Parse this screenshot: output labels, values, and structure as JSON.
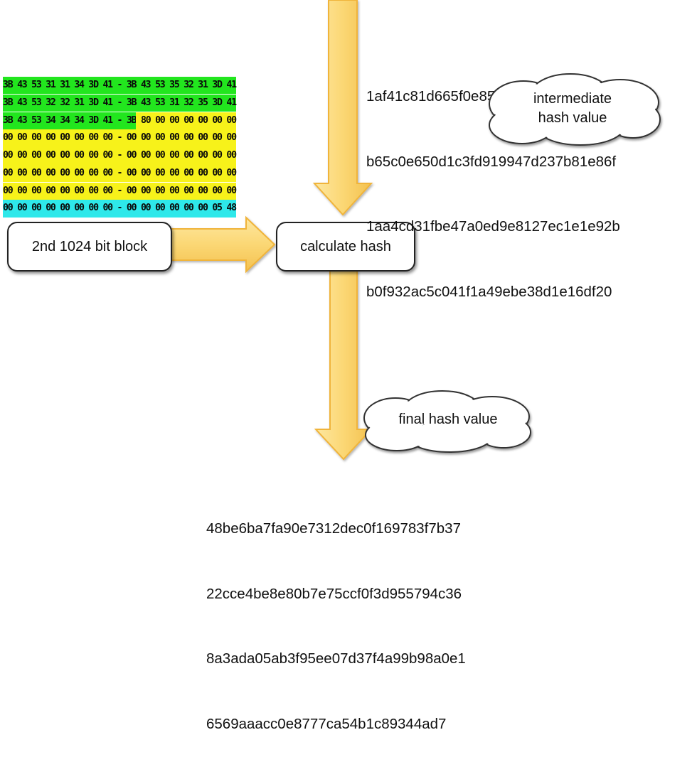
{
  "hex_block": {
    "rows": [
      {
        "segments": [
          {
            "text": "3B 43 53 31 31 34 3D 41 - 3B 43 53 35 32 31 3D 41",
            "color": "#22e61e"
          }
        ]
      },
      {
        "segments": [
          {
            "text": "3B 43 53 32 32 31 3D 41 - 3B 43 53 31 32 35 3D 41",
            "color": "#22e61e"
          }
        ]
      },
      {
        "segments": [
          {
            "text": "3B 43 53 34 34 34 3D 41 - 3B",
            "color": "#22e61e"
          },
          {
            "text": " 80 00 00 00 00 00 00",
            "color": "#f7f21a"
          }
        ]
      },
      {
        "segments": [
          {
            "text": "00 00 00 00 00 00 00 00 - 00 00 00 00 00 00 00 00",
            "color": "#f7f21a"
          }
        ]
      },
      {
        "segments": [
          {
            "text": "00 00 00 00 00 00 00 00 - 00 00 00 00 00 00 00 00",
            "color": "#f7f21a"
          }
        ]
      },
      {
        "segments": [
          {
            "text": "00 00 00 00 00 00 00 00 - 00 00 00 00 00 00 00 00",
            "color": "#f7f21a"
          }
        ]
      },
      {
        "segments": [
          {
            "text": "00 00 00 00 00 00 00 00 - 00 00 00 00 00 00 00 00",
            "color": "#f7f21a"
          }
        ]
      },
      {
        "segments": [
          {
            "text": "00 00 00 00 00 00 00 00 - 00 00 00 00 00 00 05 48",
            "color": "#2ee8ea"
          }
        ]
      }
    ]
  },
  "block_box": {
    "label": "2nd 1024 bit block"
  },
  "calc_box": {
    "label": "calculate hash"
  },
  "intermediate": {
    "lines": [
      "1af41c81d665f0e8542cafbe333255d47",
      "b65c0e650d1c3fd919947d237b81e86f",
      "1aa4cd31fbe47a0ed9e8127ec1e1e92b",
      "b0f932ac5c041f1a49ebe38d1e16df20"
    ],
    "cloud_line1": "intermediate",
    "cloud_line2": "hash value"
  },
  "final": {
    "lines": [
      "48be6ba7fa90e7312dec0f169783f7b37",
      "22cce4be8e80b7e75ccf0f3d955794c36",
      "8a3ada05ab3f95ee07d37f4a99b98a0e1",
      "6569aaacc0e8777ca54b1c89344ad7"
    ],
    "cloud_label": "final hash value"
  },
  "colors": {
    "arrow_fill_top": "#fff3b0",
    "arrow_fill_bottom": "#f6c64a",
    "arrow_stroke": "#f0b43a"
  }
}
